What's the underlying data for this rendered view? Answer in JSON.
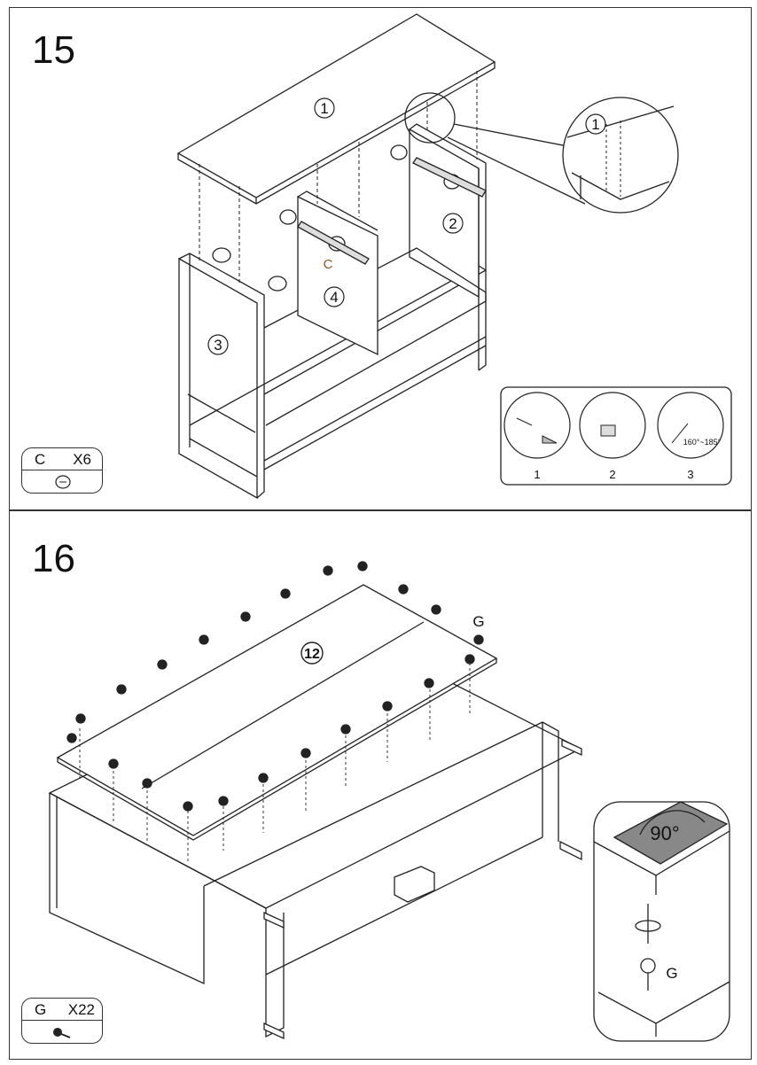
{
  "step15": {
    "number": "15",
    "hardware": {
      "part": "C",
      "count": "X6"
    },
    "part_labels": {
      "top": "1",
      "right_side": "2",
      "left_side": "3",
      "divider": "4",
      "zoom": "1"
    },
    "hardware_label": "C",
    "substeps": [
      "1",
      "2",
      "3"
    ],
    "angle": "160°~185°"
  },
  "step16": {
    "number": "16",
    "hardware": {
      "part": "G",
      "count": "X22"
    },
    "part_labels": {
      "bottom": "12"
    },
    "screw_label": "G",
    "detail": {
      "angle": "90°",
      "screw_label": "G"
    }
  }
}
